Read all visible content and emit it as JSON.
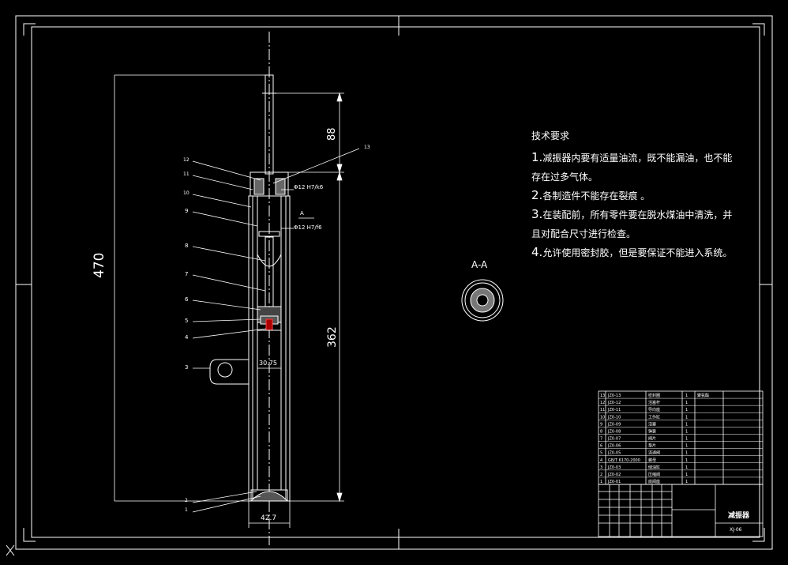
{
  "callouts": [
    "1",
    "2",
    "3",
    "4",
    "5",
    "6",
    "7",
    "8",
    "9",
    "10",
    "11",
    "12",
    "13"
  ],
  "dimensions": {
    "overall_length": "470",
    "top_length": "88",
    "lower_length": "362",
    "fit_top": "Φ12 H7/k6",
    "fit_mid": "Φ12 H7/f6",
    "body_offset": "30.75",
    "body_diameter": "42.7",
    "section_mark": "A"
  },
  "section_view": {
    "title": "A-A"
  },
  "technical_requirements": {
    "heading": "技术要求",
    "items": [
      {
        "num": "1.",
        "text": "减振器内要有适量油流，既不能漏油，也不能"
      },
      {
        "num": "",
        "text": "存在过多气体。"
      },
      {
        "num": "2.",
        "text": "各制造件不能存在裂痕 。"
      },
      {
        "num": "3.",
        "text": "在装配前，所有零件要在脱水煤油中清洗，并"
      },
      {
        "num": "",
        "text": "且对配合尺寸进行检查。"
      },
      {
        "num": "4.",
        "text": "允许使用密封胶，但是要保证不能进入系统。"
      }
    ]
  },
  "parts_list": [
    {
      "no": "13",
      "code": "JZ0-13",
      "name": "密封圈",
      "qty": "1",
      "material": "聚氨酯"
    },
    {
      "no": "12",
      "code": "JZ0-12",
      "name": "活塞杆",
      "qty": "1",
      "material": ""
    },
    {
      "no": "11",
      "code": "JZ0-11",
      "name": "导向座",
      "qty": "1",
      "material": ""
    },
    {
      "no": "10",
      "code": "JZ0-10",
      "name": "工作缸",
      "qty": "1",
      "material": ""
    },
    {
      "no": "9",
      "code": "JZ0-09",
      "name": "活塞",
      "qty": "1",
      "material": ""
    },
    {
      "no": "8",
      "code": "JZ0-08",
      "name": "弹簧",
      "qty": "1",
      "material": ""
    },
    {
      "no": "7",
      "code": "JZ0-07",
      "name": "阀片",
      "qty": "1",
      "material": ""
    },
    {
      "no": "6",
      "code": "JZ0-06",
      "name": "垫片",
      "qty": "1",
      "material": ""
    },
    {
      "no": "5",
      "code": "JZ0-05",
      "name": "流通阀",
      "qty": "1",
      "material": ""
    },
    {
      "no": "4",
      "code": "GB/T 6170-2000",
      "name": "螺母",
      "qty": "1",
      "material": ""
    },
    {
      "no": "3",
      "code": "JZ0-03",
      "name": "储油缸",
      "qty": "1",
      "material": ""
    },
    {
      "no": "2",
      "code": "JZ0-02",
      "name": "压缩阀",
      "qty": "1",
      "material": ""
    },
    {
      "no": "1",
      "code": "JZ0-01",
      "name": "底阀座",
      "qty": "1",
      "material": ""
    }
  ],
  "title_block": {
    "title": "减振器",
    "drawing_no": "XJ-06"
  },
  "colors": {
    "background": "#000000",
    "line": "#ffffff",
    "highlight": "#ff4040"
  }
}
